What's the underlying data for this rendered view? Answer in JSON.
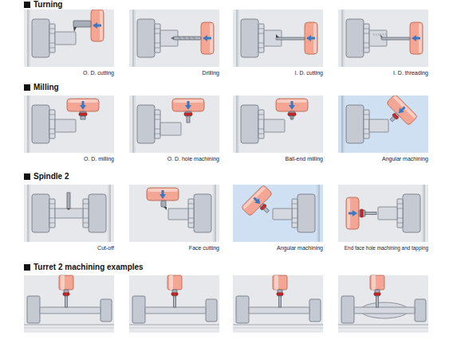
{
  "diagram": {
    "nodes": [
      {
        "text": [
          "O. D. cutting"
        ]
      },
      {
        "text": [
          "Drilling"
        ]
      },
      {
        "text": [
          "I. D. cutting"
        ]
      },
      {
        "text": [
          "I. D. threading"
        ]
      },
      {
        "text": [
          "O. D. milling"
        ]
      },
      {
        "text": [
          "O. D. hole machining"
        ]
      },
      {
        "text": [
          "Ball-end milling"
        ]
      },
      {
        "text": [
          "Angular machining"
        ]
      },
      {
        "text": [
          "Cut-off"
        ]
      },
      {
        "text": [
          "Face cutting"
        ]
      },
      {
        "text": [
          "Angular machining"
        ]
      },
      {
        "text": [
          "End face hole machining and tapping"
        ]
      }
    ],
    "labels": [
      "Turning",
      "Milling",
      "Spindle 2",
      "Turret 2 machining examples"
    ]
  }
}
